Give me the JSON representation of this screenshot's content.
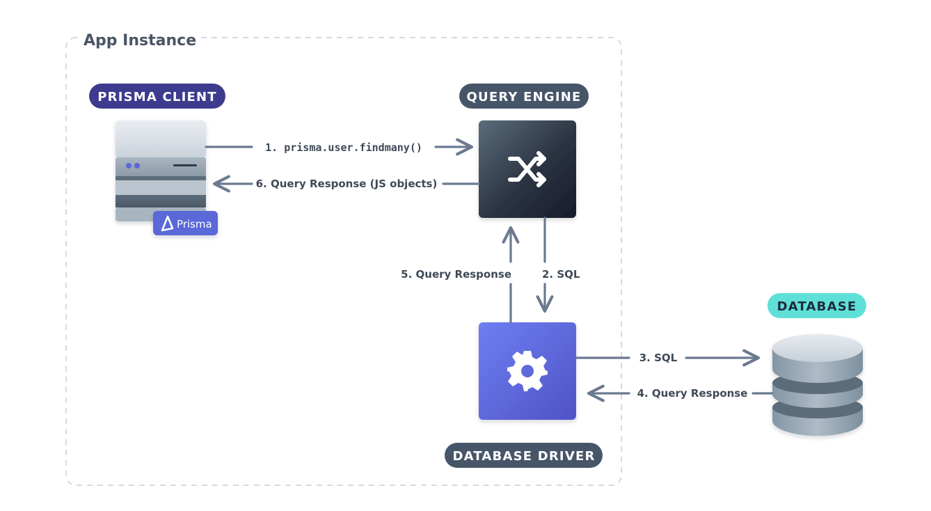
{
  "container": {
    "title": "App Instance"
  },
  "nodes": {
    "prisma_client": {
      "label": "PRISMA CLIENT",
      "badge": "Prisma"
    },
    "query_engine": {
      "label": "QUERY ENGINE"
    },
    "database_driver": {
      "label": "DATABASE DRIVER"
    },
    "database": {
      "label": "DATABASE"
    }
  },
  "edges": {
    "step1": "1. prisma.user.findmany()",
    "step2": "2. SQL",
    "step3": "3. SQL",
    "step4": "4. Query Response",
    "step5": "5. Query Response",
    "step6": "6. Query Response (JS objects)"
  },
  "icons": {
    "query_engine": "shuffle-icon",
    "database_driver": "gear-icon",
    "prisma_client": "server-icon",
    "database": "database-cylinder-icon",
    "badge": "prisma-logo-icon"
  },
  "colors": {
    "prisma_pill": "#3C3B8E",
    "engine_pill": "#475569",
    "driver_pill": "#475569",
    "database_pill": "#5EE0D8",
    "arrow": "#6B7A90",
    "badge_bg": "#5A67D8",
    "driver_gradient_start": "#6B7FF0",
    "driver_gradient_end": "#4F56C8"
  }
}
